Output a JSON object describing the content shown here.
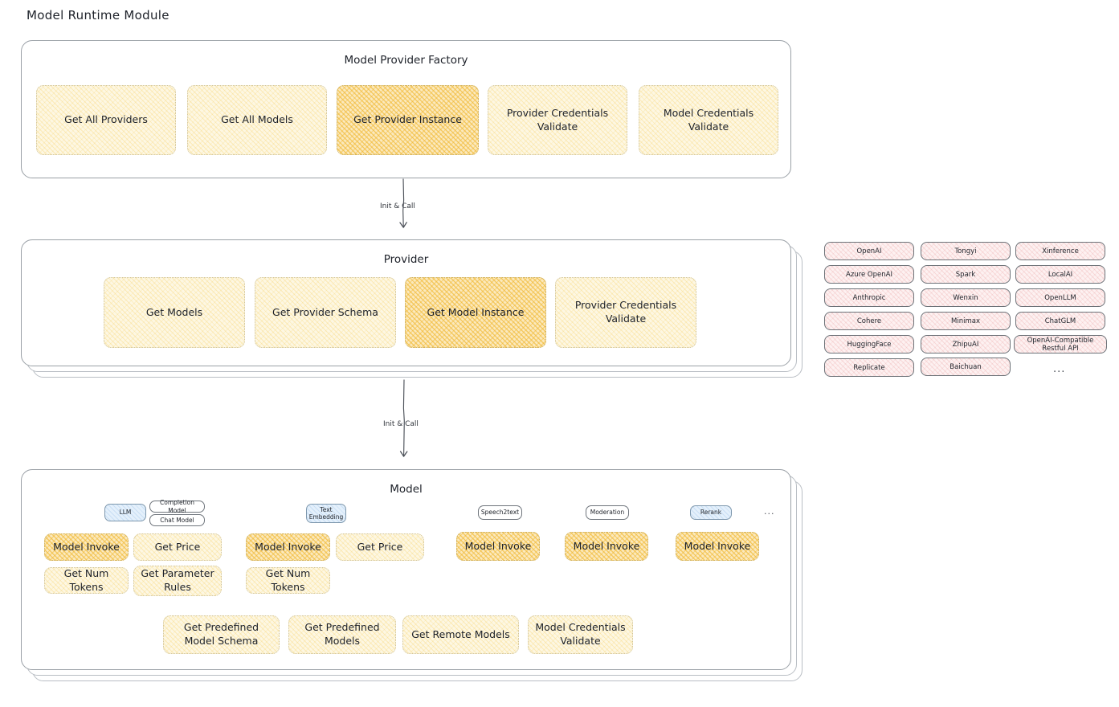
{
  "page": {
    "title": "Model Runtime Module"
  },
  "sections": {
    "factory": {
      "title": "Model Provider Factory",
      "items": [
        {
          "label": "Get All Providers",
          "highlight": false
        },
        {
          "label": "Get All Models",
          "highlight": false
        },
        {
          "label": "Get Provider Instance",
          "highlight": true
        },
        {
          "label": "Provider Credentials Validate",
          "highlight": false
        },
        {
          "label": "Model Credentials Validate",
          "highlight": false
        }
      ]
    },
    "provider": {
      "title": "Provider",
      "items": [
        {
          "label": "Get Models",
          "highlight": false
        },
        {
          "label": "Get Provider Schema",
          "highlight": false
        },
        {
          "label": "Get Model Instance",
          "highlight": true
        },
        {
          "label": "Provider Credentials Validate",
          "highlight": false
        }
      ]
    },
    "model": {
      "title": "Model",
      "columns": [
        {
          "tag": "LLM",
          "tag_blue": true,
          "subtags": [
            "Completion Model",
            "Chat Model"
          ],
          "items": [
            {
              "label": "Model Invoke",
              "highlight": true
            },
            {
              "label": "Get Price",
              "highlight": false
            },
            {
              "label": "Get Num Tokens",
              "highlight": false
            },
            {
              "label": "Get Parameter Rules",
              "highlight": false
            }
          ]
        },
        {
          "tag": "Text Embedding",
          "tag_blue": true,
          "subtags": [],
          "items": [
            {
              "label": "Model Invoke",
              "highlight": true
            },
            {
              "label": "Get Price",
              "highlight": false
            },
            {
              "label": "Get Num Tokens",
              "highlight": false
            }
          ]
        },
        {
          "tag": "Speech2text",
          "tag_blue": false,
          "subtags": [],
          "items": [
            {
              "label": "Model Invoke",
              "highlight": true
            }
          ]
        },
        {
          "tag": "Moderation",
          "tag_blue": false,
          "subtags": [],
          "items": [
            {
              "label": "Model Invoke",
              "highlight": true
            }
          ]
        },
        {
          "tag": "Rerank",
          "tag_blue": true,
          "subtags": [],
          "items": [
            {
              "label": "Model Invoke",
              "highlight": true
            }
          ]
        }
      ],
      "more": "...",
      "common_items": [
        "Get Predefined Model Schema",
        "Get Predefined Models",
        "Get Remote Models",
        "Model Credentials Validate"
      ]
    }
  },
  "connectors": [
    {
      "label": "Init & Call"
    },
    {
      "label": "Init & Call"
    }
  ],
  "providers": {
    "columns": [
      {
        "items": [
          "OpenAI",
          "Azure OpenAI",
          "Anthropic",
          "Cohere",
          "HuggingFace",
          "Replicate"
        ]
      },
      {
        "items": [
          "Tongyi",
          "Spark",
          "Wenxin",
          "Minimax",
          "ZhipuAI",
          "Baichuan"
        ]
      },
      {
        "items": [
          "Xinference",
          "LocalAI",
          "OpenLLM",
          "ChatGLM",
          "OpenAI-Compatible Restful API"
        ]
      }
    ],
    "more": "..."
  },
  "colors": {
    "highlight_fill": "#fbe9bd",
    "light_fill": "#fdf7e3",
    "chip_fill": "#fdf1f1",
    "tag_blue_fill": "#e4f0fb",
    "stroke": "#9aa0a6",
    "text": "#1d2129"
  }
}
